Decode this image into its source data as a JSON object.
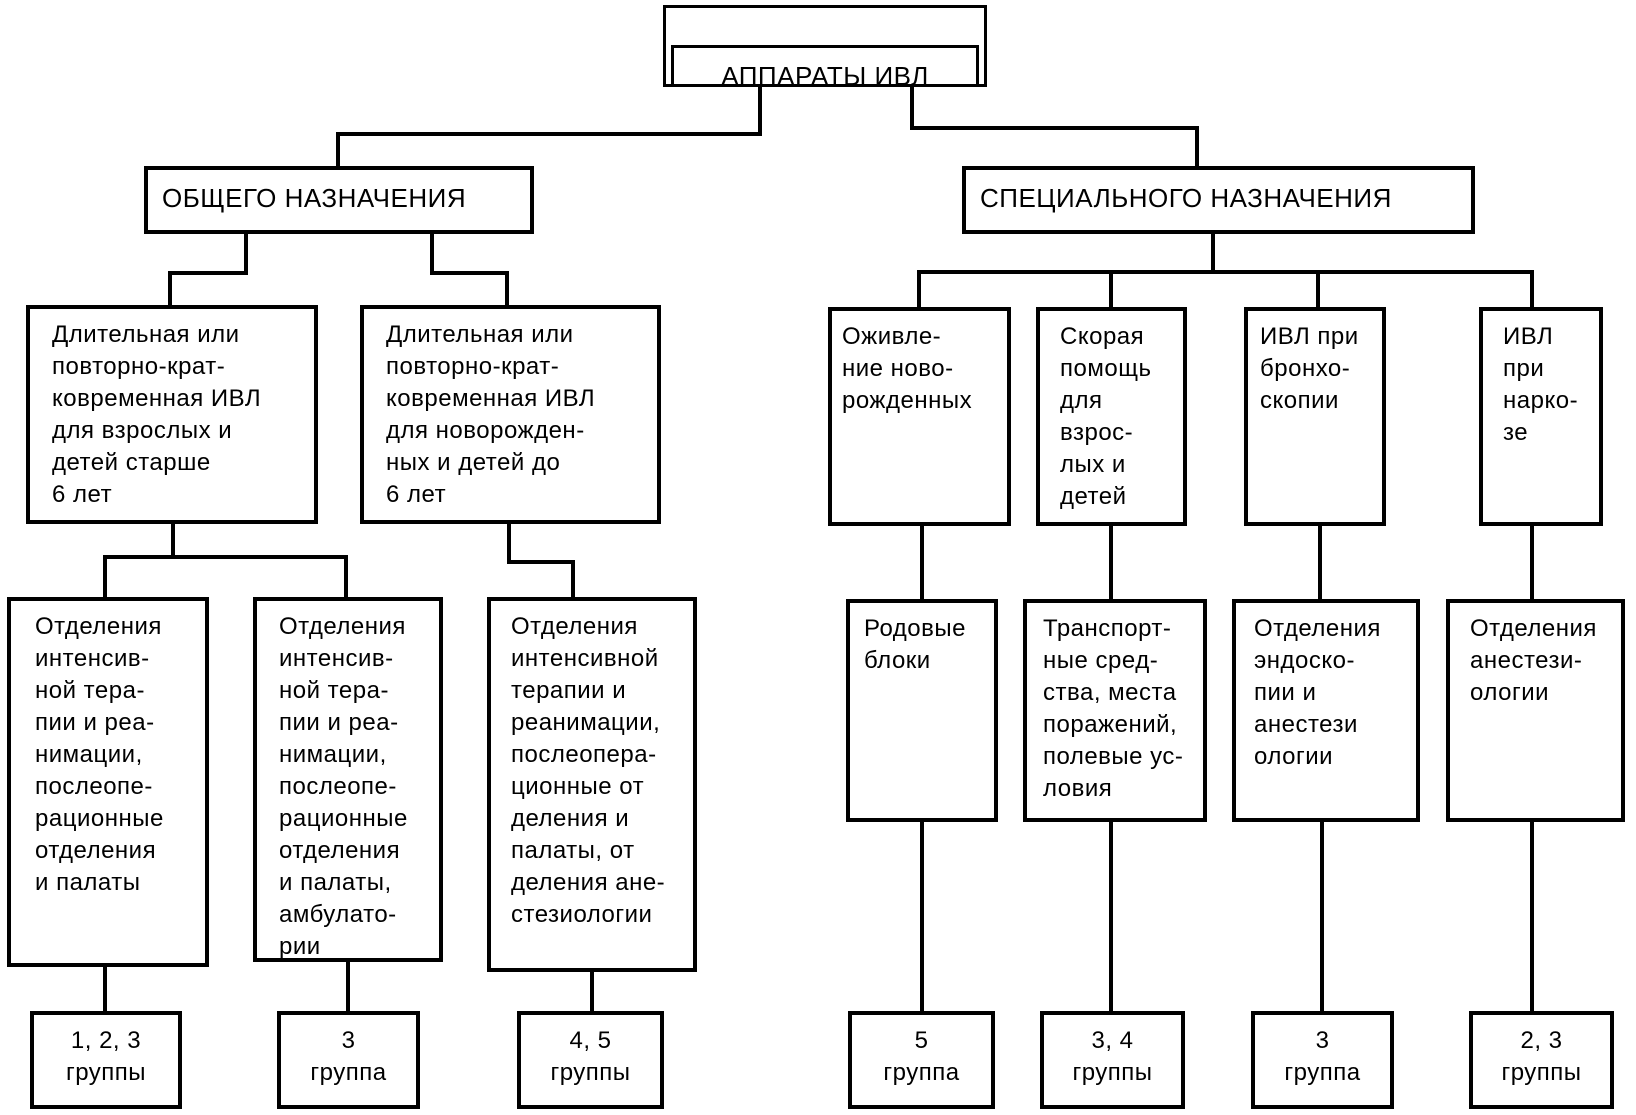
{
  "root": {
    "label": "АППАРАТЫ ИВЛ"
  },
  "categories": {
    "general": {
      "label": "ОБЩЕГО НАЗНАЧЕНИЯ"
    },
    "special": {
      "label": "СПЕЦИАЛЬНОГО НАЗНАЧЕНИЯ"
    }
  },
  "types": {
    "adults": {
      "text": "Длительная или\nповторно-крат-\nковременная ИВЛ\nдля взрослых и\nдетей старше\n6 лет"
    },
    "newborns": {
      "text": "Длительная или\nповторно-крат-\nковременная ИВЛ\nдля новорожден-\nных и детей до\n6 лет"
    },
    "resuscitation": {
      "text": "Оживле-\nние ново-\nрожденных"
    },
    "emergency": {
      "text": "Скорая\nпомощь\nдля\nвзрос-\nлых и\nдетей"
    },
    "bronchoscopy": {
      "text": "ИВЛ при\nбронхо-\nскопии"
    },
    "anesthesia": {
      "text": "ИВЛ\nпри\nнарко-\nзе"
    }
  },
  "departments": {
    "d1": {
      "text": "Отделения\nинтенсив-\nной тера-\nпии и реа-\nнимации,\nпослеопе-\nрационные\n отделения\nи палаты"
    },
    "d2": {
      "text": "Отделения\nинтенсив-\nной тера-\nпии и реа-\nнимации,\nпослеопе-\nрационные\nотделения\nи палаты,\nамбулато-\nрии"
    },
    "d3": {
      "text": "Отделения\nинтенсивной\nтерапии и\nреанимации,\nпослеопера-\nционные от\nделения и\nпалаты, от\nделения ане-\nстезиологии"
    },
    "d4": {
      "text": "Родовые\nблоки"
    },
    "d5": {
      "text": "Транспорт-\nные сред-\nства, места\nпоражений,\nполевые ус-\nловия"
    },
    "d6": {
      "text": "Отделения\nэндоско-\nпии и\nанестези\nологии"
    },
    "d7": {
      "text": "Отделения\nанестези-\nологии"
    }
  },
  "groups": {
    "g1": {
      "text": "1, 2, 3\nгруппы"
    },
    "g2": {
      "text": "3\nгруппа"
    },
    "g3": {
      "text": "4, 5\nгруппы"
    },
    "g4": {
      "text": "5\nгруппа"
    },
    "g5": {
      "text": "3, 4\nгруппы"
    },
    "g6": {
      "text": "3\nгруппа"
    },
    "g7": {
      "text": "2, 3\nгруппы"
    }
  }
}
